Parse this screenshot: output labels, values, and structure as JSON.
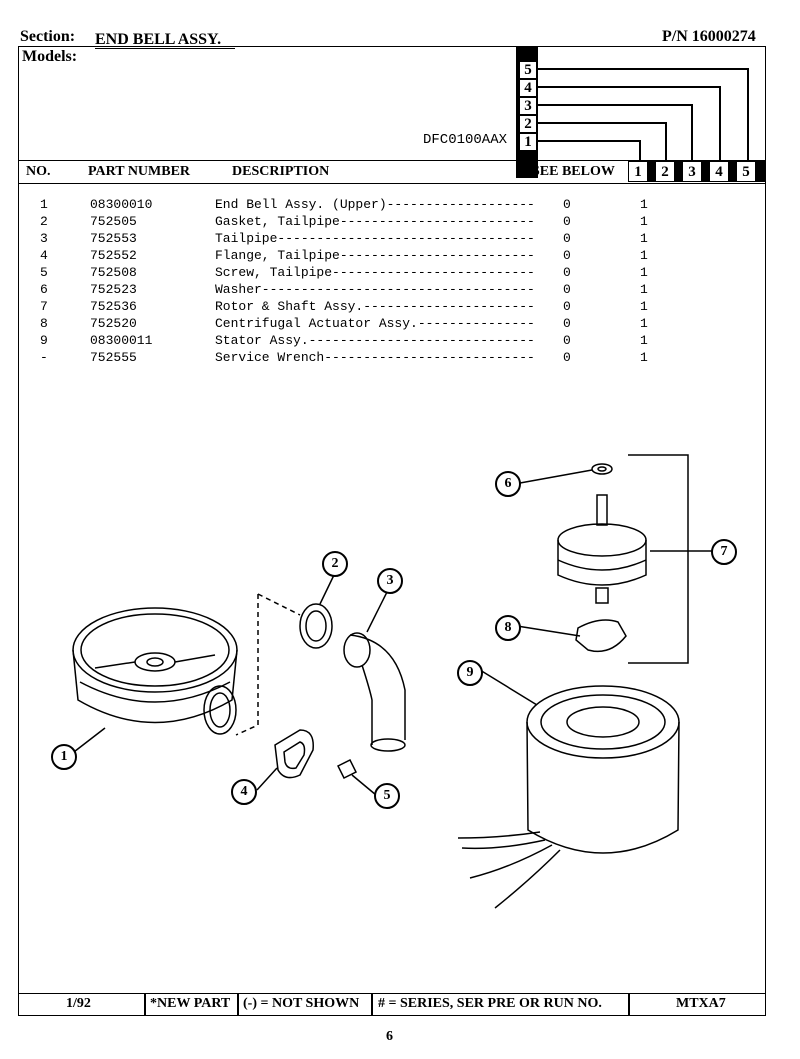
{
  "header": {
    "section_label": "Section:",
    "section_value": "END BELL ASSY.",
    "part_number": "P/N 16000274",
    "models_label": "Models:",
    "model_name": "DFC0100AAX",
    "model_index": [
      "5",
      "4",
      "3",
      "2",
      "1"
    ]
  },
  "table": {
    "headers": {
      "no": "NO.",
      "part_number": "PART NUMBER",
      "description": "DESCRIPTION",
      "see_below": "#SEE BELOW"
    },
    "columns": [
      "1",
      "2",
      "3",
      "4",
      "5"
    ],
    "rows": [
      {
        "no": "1",
        "part": "08300010",
        "desc": "End Bell Assy. (Upper)-------------------",
        "c0": "0",
        "c1": "1"
      },
      {
        "no": "2",
        "part": "752505",
        "desc": "Gasket, Tailpipe-------------------------",
        "c0": "0",
        "c1": "1"
      },
      {
        "no": "3",
        "part": "752553",
        "desc": "Tailpipe---------------------------------",
        "c0": "0",
        "c1": "1"
      },
      {
        "no": "4",
        "part": "752552",
        "desc": "Flange, Tailpipe-------------------------",
        "c0": "0",
        "c1": "1"
      },
      {
        "no": "5",
        "part": "752508",
        "desc": "Screw, Tailpipe--------------------------",
        "c0": "0",
        "c1": "1"
      },
      {
        "no": "6",
        "part": "752523",
        "desc": "Washer-----------------------------------",
        "c0": "0",
        "c1": "1"
      },
      {
        "no": "7",
        "part": "752536",
        "desc": "Rotor & Shaft Assy.----------------------",
        "c0": "0",
        "c1": "1"
      },
      {
        "no": "8",
        "part": "752520",
        "desc": "Centrifugal Actuator Assy.---------------",
        "c0": "0",
        "c1": "1"
      },
      {
        "no": "9",
        "part": "08300011",
        "desc": "Stator Assy.-----------------------------",
        "c0": "0",
        "c1": "1"
      },
      {
        "no": "-",
        "part": "752555",
        "desc": "Service Wrench---------------------------",
        "c0": "0",
        "c1": "1"
      }
    ]
  },
  "callouts": [
    "1",
    "2",
    "3",
    "4",
    "5",
    "6",
    "7",
    "8",
    "9"
  ],
  "footer": {
    "date": "1/92",
    "new_part": "*NEW PART",
    "not_shown": "(-) = NOT SHOWN",
    "series": "# = SERIES, SER PRE OR RUN NO.",
    "code": "MTXA7"
  },
  "page_number": "6"
}
